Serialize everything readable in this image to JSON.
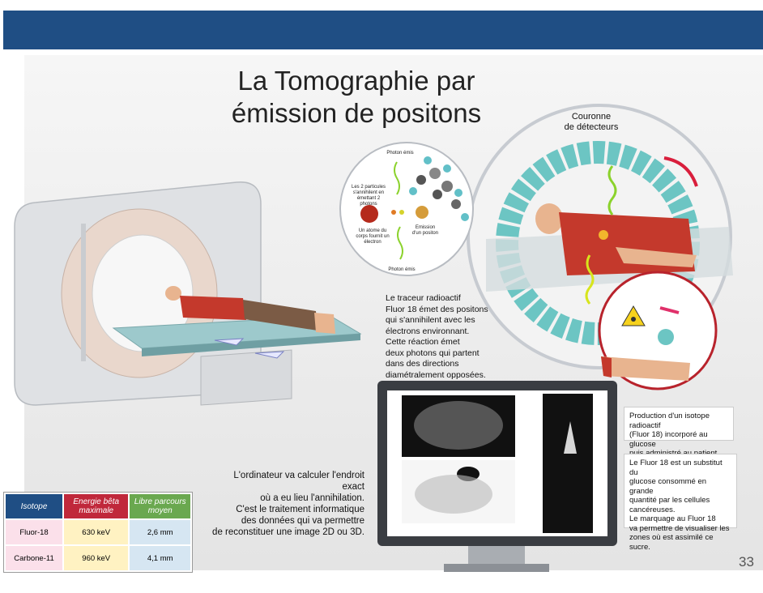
{
  "slide": {
    "title_line1": "La Tomographie par",
    "title_line2": "émission de positons",
    "page_number": "33"
  },
  "illustration": {
    "couronne_line1": "Couronne",
    "couronne_line2": "de détecteurs",
    "molecule": {
      "photon_top": "Photon émis",
      "photon_bottom": "Photon émis",
      "annihilation": "Les 2 particules s'annihilent en émettant 2 photons",
      "atom": "Un atome du corps fournit un électron",
      "emission": "Emission d'un positon"
    },
    "tracer_text": [
      "Le traceur radioactif",
      "Fluor 18 émet des positons",
      "qui s'annihilent avec les",
      "électrons environnant.",
      "Cette réaction émet",
      "deux photons qui partent",
      "dans des directions",
      "diamétralement opposées."
    ],
    "computer_text": [
      "L'ordinateur va calculer l'endroit exact",
      "où a eu lieu l'annihilation.",
      "C'est le traitement informatique",
      "des données qui va permettre",
      "de reconstituer une image 2D ou 3D."
    ],
    "isotope_panel": [
      "Production d'un isotope radioactif",
      "(Fluor 18) incorporé au glucose",
      "puis administré au patient"
    ],
    "fluor_panel": [
      "Le Fluor 18 est un substitut du",
      "glucose consommé en grande",
      "quantité par les cellules",
      "cancéreuses.",
      "Le marquage au Fluor 18",
      "va permettre de visualiser les",
      "zones où est assimilé ce sucre."
    ]
  },
  "table": {
    "headers": [
      "Isotope",
      "Energie bêta maximale",
      "Libre parcours moyen"
    ],
    "rows": [
      [
        "Fluor-18",
        "630 keV",
        "2,6 mm"
      ],
      [
        "Carbone-11",
        "960 keV",
        "4,1 mm"
      ]
    ]
  },
  "colors": {
    "header_bar": "#1f4e84",
    "detector_teal": "#6cc5c3",
    "patient_shirt": "#c4392c",
    "table_header_isotope": "#1f4e84",
    "table_header_energy": "#c0283b",
    "table_header_range": "#6aa84f"
  }
}
